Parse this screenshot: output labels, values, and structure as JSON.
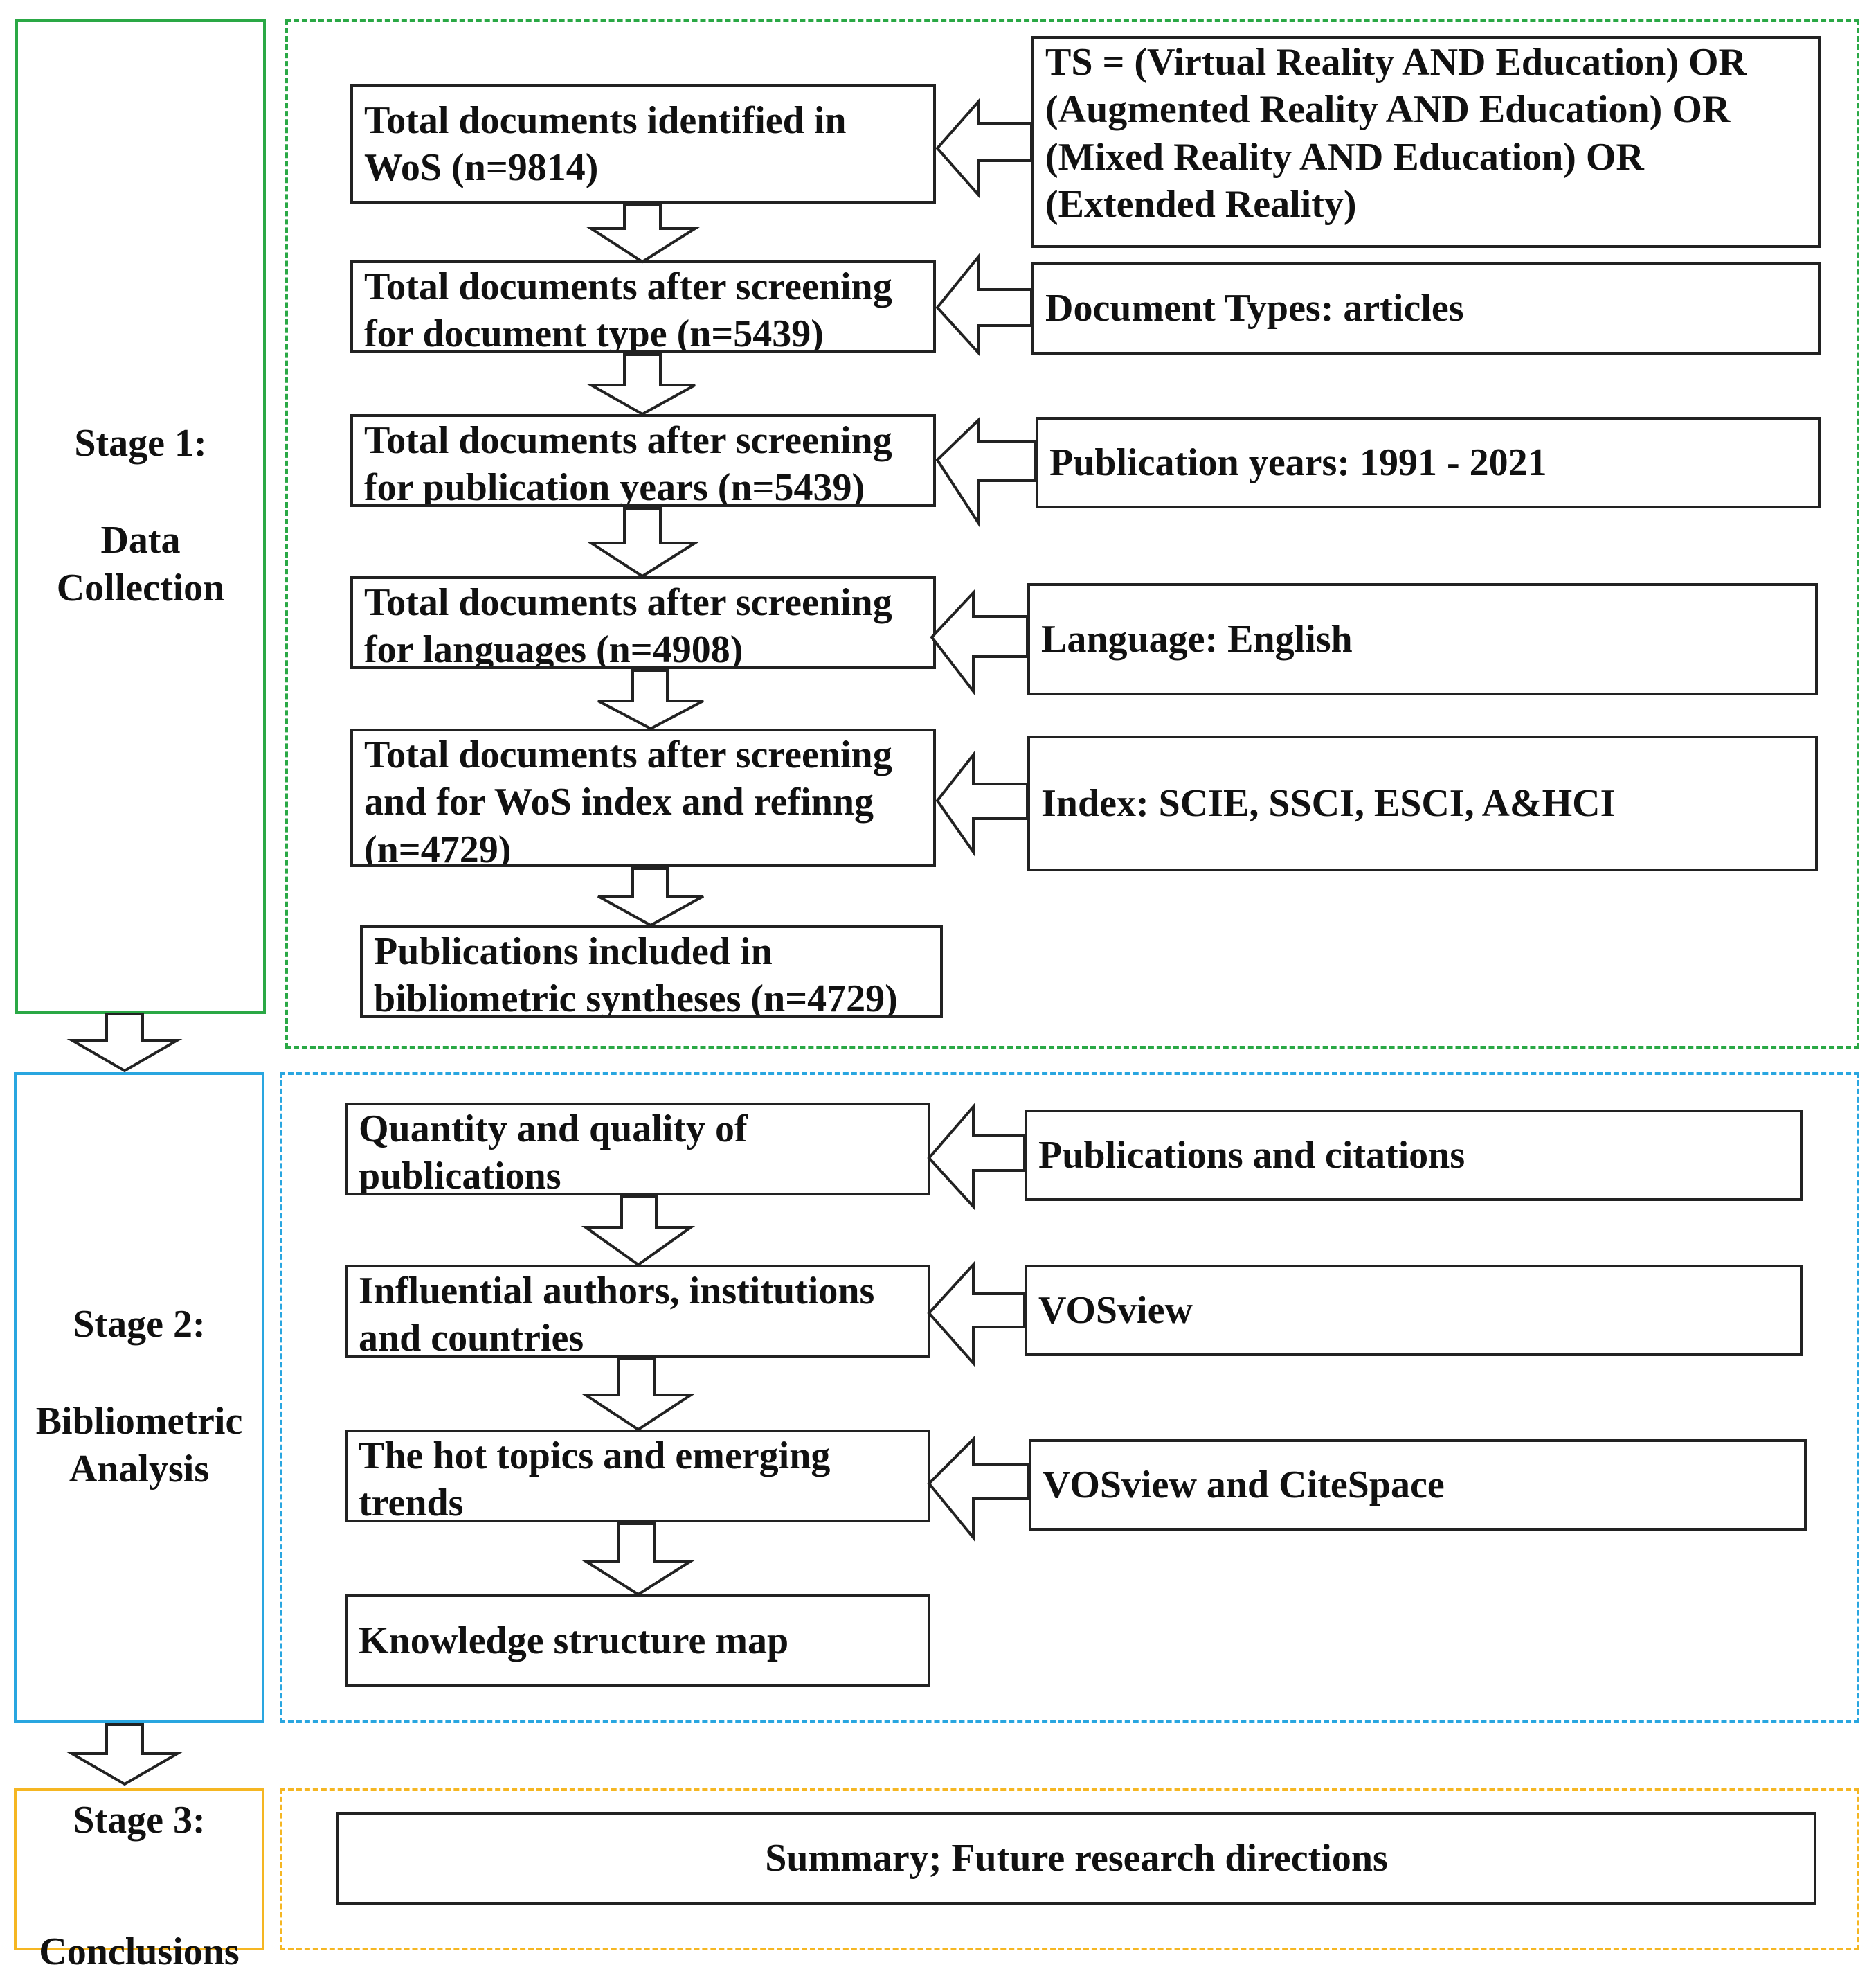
{
  "colors": {
    "stage1": "#2aa845",
    "stage2": "#29a6e0",
    "stage3": "#f5b622",
    "box_border": "#222222",
    "text": "#111111"
  },
  "stage1": {
    "title": "Stage 1:",
    "name_lines": [
      "Data",
      "Collection"
    ],
    "steps": [
      [
        "Total documents identified in",
        "WoS (n=9814)"
      ],
      [
        "Total documents after screening",
        "for document type (n=5439)"
      ],
      [
        "Total documents after screening",
        "for publication years (n=5439)"
      ],
      [
        "Total documents after screening",
        "for languages (n=4908)"
      ],
      [
        "Total documents after screening",
        "and for WoS index and refinng",
        "(n=4729)"
      ],
      [
        "Publications included in",
        "bibliometric syntheses (n=4729)"
      ]
    ],
    "criteria": [
      [
        "TS =   (Virtual Reality AND Education) OR",
        "(Augmented Reality AND Education) OR",
        "(Mixed Reality AND Education) OR",
        "(Extended Reality)"
      ],
      [
        "Document Types: articles"
      ],
      [
        "Publication years: 1991 - 2021"
      ],
      [
        "Language: English"
      ],
      [
        "Index: SCIE, SSCI, ESCI, A&HCI"
      ]
    ]
  },
  "stage2": {
    "title": "Stage 2:",
    "name_lines": [
      "Bibliometric",
      "Analysis"
    ],
    "steps": [
      [
        "Quantity and quality of",
        "publications"
      ],
      [
        "Influential authors, institutions",
        "and countries"
      ],
      [
        "The hot topics and emerging",
        "trends"
      ],
      [
        "Knowledge structure map"
      ]
    ],
    "criteria": [
      [
        "Publications and citations"
      ],
      [
        "VOSview"
      ],
      [
        "VOSview and CiteSpace"
      ]
    ]
  },
  "stage3": {
    "title": "Stage 3:",
    "name_lines": [
      "Conclusions"
    ],
    "summary": "Summary; Future research directions"
  }
}
